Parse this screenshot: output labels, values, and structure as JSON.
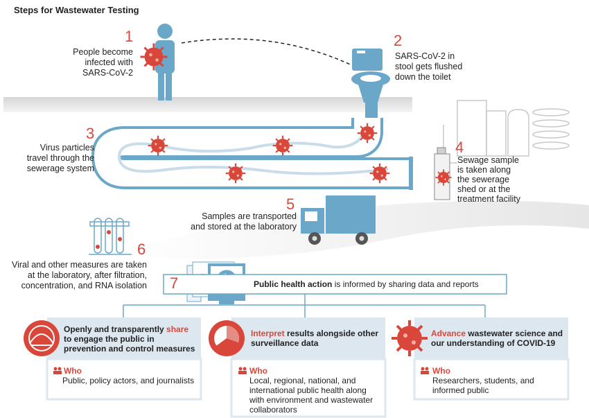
{
  "title": "Steps for Wastewater Testing",
  "steps": [
    {
      "num": "1",
      "text_lines": [
        "People become",
        "infected with",
        "SARS-CoV-2"
      ]
    },
    {
      "num": "2",
      "text_lines": [
        "SARS-CoV-2 in",
        "stool gets flushed",
        "down the toilet"
      ]
    },
    {
      "num": "3",
      "text_lines": [
        "Virus particles",
        "travel through the",
        "sewerage system"
      ]
    },
    {
      "num": "4",
      "text_lines": [
        "Sewage sample",
        "is taken along",
        "the sewerage",
        "shed or at the",
        "treatment facility"
      ]
    },
    {
      "num": "5",
      "text_lines": [
        "Samples are transported",
        "and stored at the laboratory"
      ]
    },
    {
      "num": "6",
      "text_lines": [
        "Viral and other measures are taken",
        "at the laboratory, after filtration,",
        "concentration, and RNA isolation"
      ]
    },
    {
      "num": "7",
      "bold": "Public health action",
      "rest": " is informed by sharing data and reports"
    }
  ],
  "outcomes": [
    {
      "pre": "Openly and transparently ",
      "key": "share",
      "post_lines": [
        "to engage the public in",
        "prevention and control measures"
      ],
      "who_label": "Who",
      "who_lines": [
        "Public, policy actors, and journalists"
      ]
    },
    {
      "pre": "",
      "key": "Interpret",
      "post_lines": [
        " results alongside other",
        "surveillance data"
      ],
      "who_label": "Who",
      "who_lines": [
        "Local, regional, national, and",
        "international public health along",
        "with environment and wastewater",
        "collaborators"
      ]
    },
    {
      "pre": "",
      "key": "Advance",
      "post_lines": [
        " wastewater science and",
        "our understanding of COVID-19"
      ],
      "who_label": "Who",
      "who_lines": [
        "Researchers, students, and",
        "informed public"
      ]
    }
  ],
  "colors": {
    "accent_red": "#d9473a",
    "pipe_blue": "#6aa7c8",
    "panel_blue": "#dde7ef",
    "truck_blue": "#6aa7c8"
  }
}
